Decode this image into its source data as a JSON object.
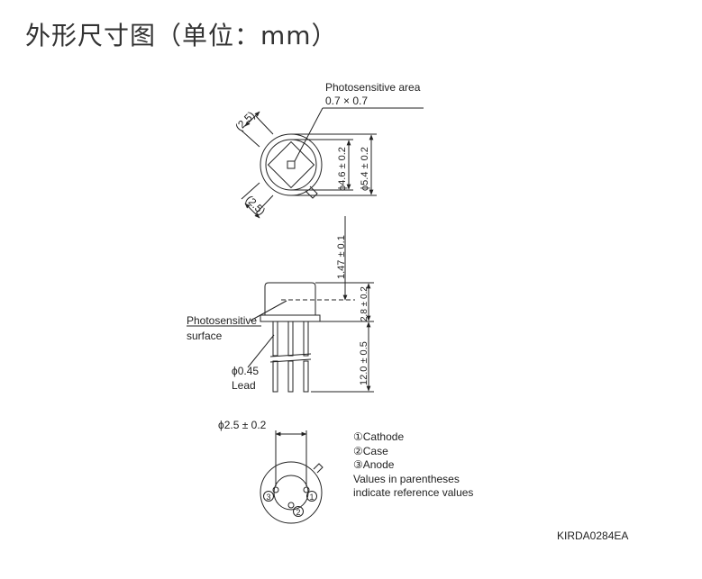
{
  "title": "外形尺寸图（单位：mm）",
  "top_view": {
    "photosensitive_area_label": "Photosensitive area",
    "photosensitive_area_value": "0.7 × 0.7",
    "ref_angle_top": "(2.5)",
    "ref_angle_bottom": "(2.5)",
    "dim_inner": "ϕ4.6 ± 0.2",
    "dim_outer": "ϕ5.4 ± 0.2"
  },
  "side_view": {
    "dim_top": "1.47 ± 0.1",
    "dim_body": "2.8 ± 0.2",
    "dim_leads": "12.0 ± 0.5",
    "photosensitive_surface_line1": "Photosensitive",
    "photosensitive_surface_line2": "surface",
    "lead_diameter": "ϕ0.45",
    "lead_label": "Lead"
  },
  "bottom_view": {
    "pin_circle_dim": "ϕ2.5 ± 0.2",
    "pin1": "1",
    "pin2": "2",
    "pin3": "3"
  },
  "legend": {
    "item1": "①Cathode",
    "item2": "②Case",
    "item3": "③Anode",
    "note_line1": "Values in parentheses",
    "note_line2": "indicate reference values"
  },
  "drawing_code": "KIRDA0284EA"
}
